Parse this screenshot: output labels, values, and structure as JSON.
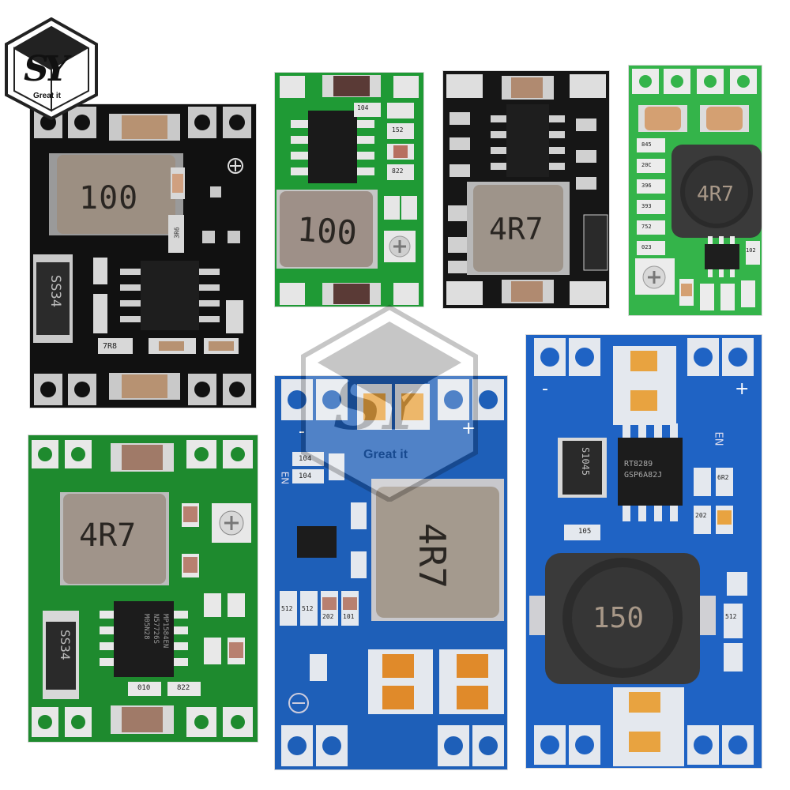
{
  "logo": {
    "letters": "SY",
    "tagline": "Great it"
  },
  "watermark": {
    "letters": "SY",
    "tagline": "Great it"
  },
  "boards": [
    {
      "id": "b1",
      "pcb_color": "#111111",
      "inductor": "100",
      "diode": "SS34",
      "resistor": "7R8",
      "cap_label": "3R6"
    },
    {
      "id": "b2",
      "pcb_color": "#1f9a35",
      "inductor": "100",
      "labels": [
        "104",
        "152",
        "822"
      ]
    },
    {
      "id": "b3",
      "pcb_color": "#161616",
      "inductor": "4R7"
    },
    {
      "id": "b4",
      "pcb_color": "#34b44a",
      "inductor": "4R7",
      "labels": [
        "845",
        "20C",
        "396",
        "393",
        "752",
        "023",
        "102"
      ]
    },
    {
      "id": "b5",
      "pcb_color": "#1e8a2e",
      "inductor": "4R7",
      "diode": "SS34",
      "chip_lines": [
        "MP1584EN",
        "N57726S",
        "M05N28"
      ],
      "labels": [
        "010",
        "822"
      ]
    },
    {
      "id": "b6",
      "pcb_color": "#1e5fb8",
      "inductor": "4R7",
      "labels": [
        "104",
        "104",
        "512",
        "512",
        "202",
        "101"
      ],
      "marks": [
        "EN",
        "+",
        "-"
      ]
    },
    {
      "id": "b7",
      "pcb_color": "#1f63c4",
      "inductor": "150",
      "diode": "S1045",
      "chip_lines": [
        "RT8289",
        "GSP6A82J"
      ],
      "labels": [
        "105",
        "202",
        "6R2",
        "512"
      ],
      "marks": [
        "EN",
        "+",
        "-"
      ]
    }
  ]
}
